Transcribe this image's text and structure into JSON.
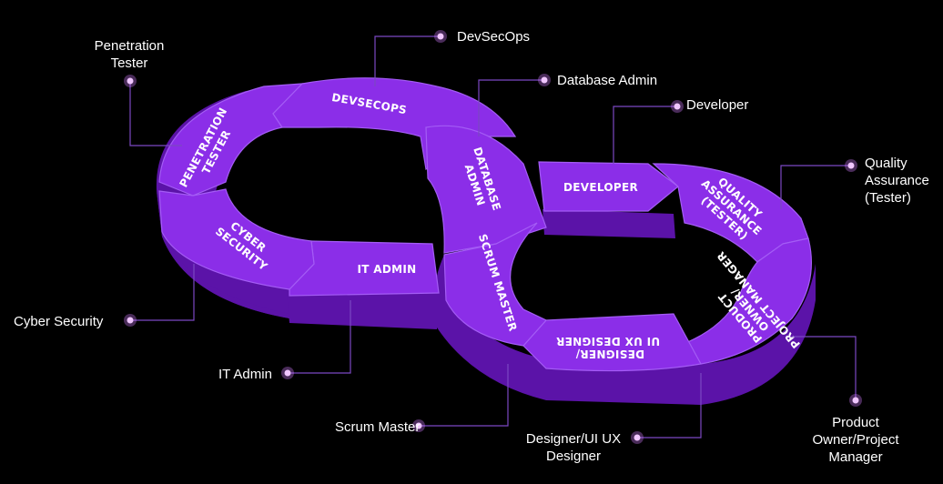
{
  "segments": {
    "penetration_tester": [
      "PENETRATION",
      "TESTER"
    ],
    "devsecops": "DEVSECOPS",
    "database_admin": [
      "DATABASE",
      "ADMIN"
    ],
    "developer": "DEVELOPER",
    "quality_assurance": [
      "QUALITY",
      "ASSURANCE",
      "(TESTER)"
    ],
    "product_owner": [
      "PRODUCT",
      "OWNER/",
      "PROJECT MANAGER"
    ],
    "designer": [
      "DESIGNER/",
      "UI UX DESIGNER"
    ],
    "scrum_master": "SCRUM MASTER",
    "it_admin": "IT ADMIN",
    "cyber_security": [
      "CYBER",
      "SECURITY"
    ]
  },
  "labels": {
    "penetration_tester": [
      "Penetration",
      "Tester"
    ],
    "devsecops": "DevSecOps",
    "database_admin": "Database Admin",
    "developer": "Developer",
    "quality_assurance": [
      "Quality",
      "Assurance",
      "(Tester)"
    ],
    "cyber_security": "Cyber Security",
    "it_admin": "IT Admin",
    "scrum_master": "Scrum Master",
    "designer": [
      "Designer/UI UX",
      "Designer"
    ],
    "product_owner": [
      "Product",
      "Owner/Project",
      "Manager"
    ]
  },
  "colors": {
    "background": "#000000",
    "segment_top": "#8b2ee8",
    "segment_side": "#5b13a8",
    "callout_line": "#7b48c2",
    "dot": "#f0c6ff"
  }
}
